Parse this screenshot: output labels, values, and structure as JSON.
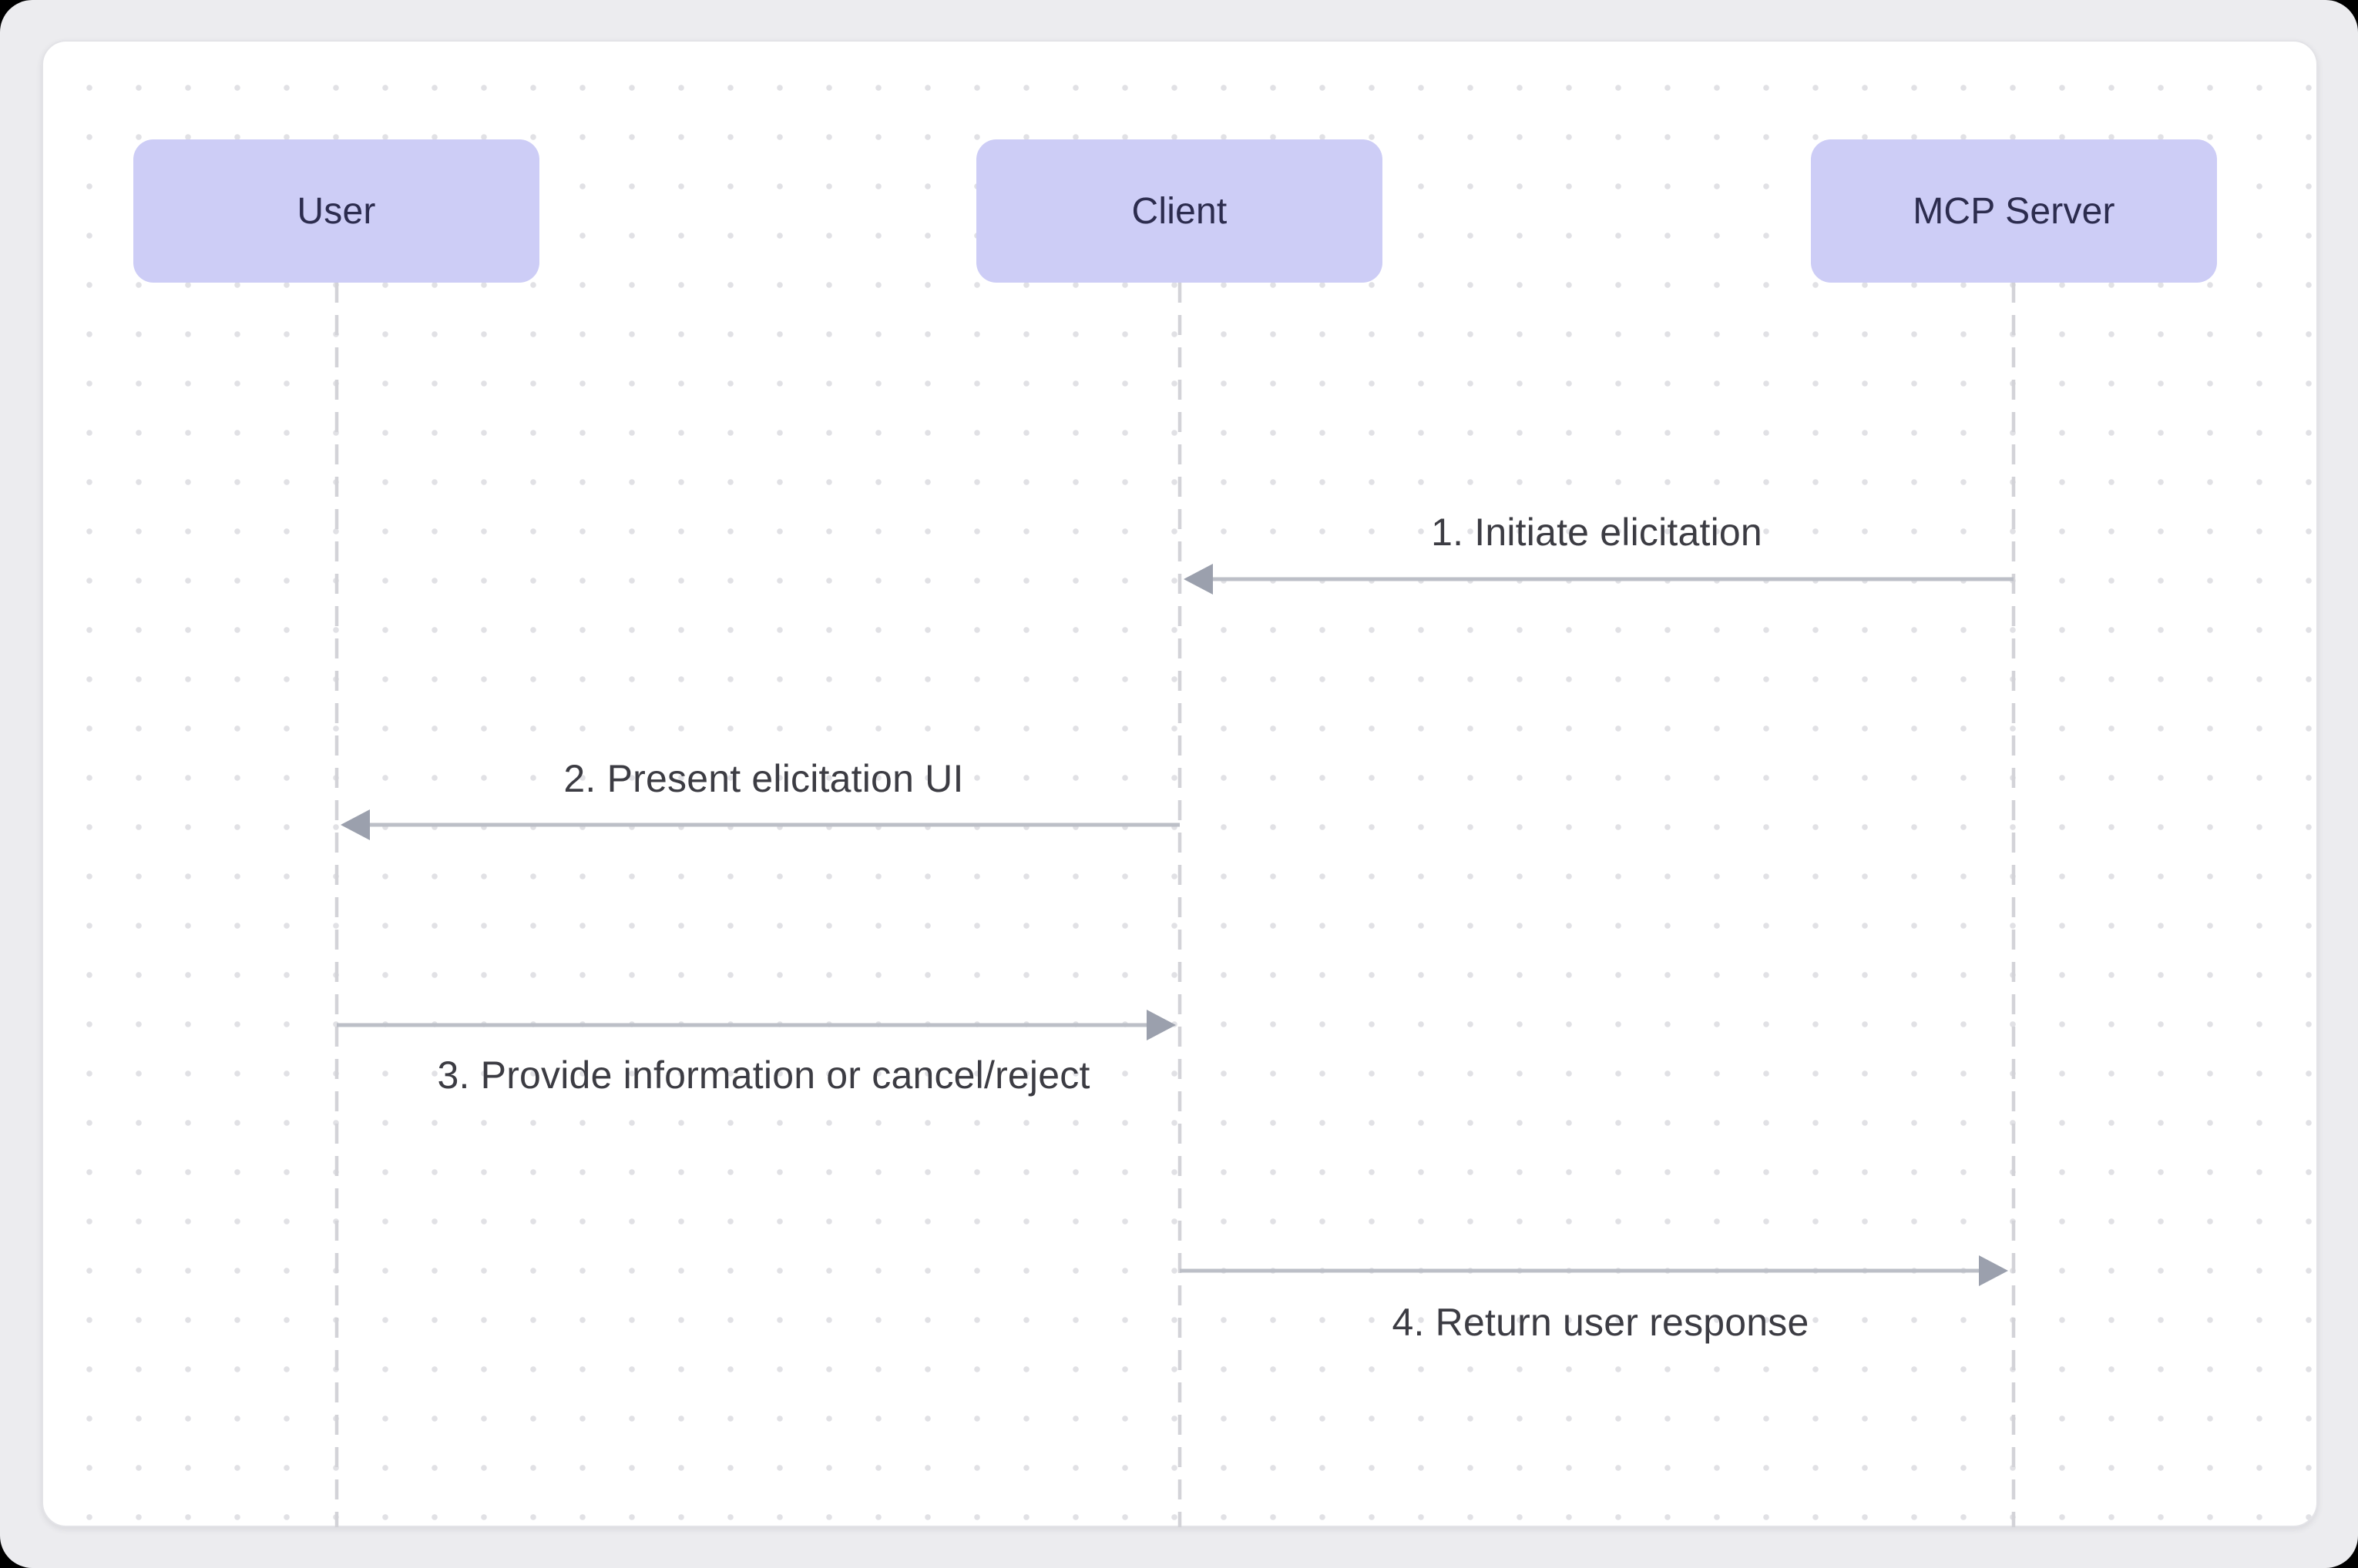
{
  "diagram": {
    "type": "sequence-diagram",
    "actors": [
      {
        "id": "user",
        "label": "User"
      },
      {
        "id": "client",
        "label": "Client"
      },
      {
        "id": "mcp-server",
        "label": "MCP Server"
      }
    ],
    "messages": [
      {
        "order": 1,
        "label": "1. Initiate elicitation",
        "from": "mcp-server",
        "to": "client",
        "arrow_direction": "left",
        "label_position": "above"
      },
      {
        "order": 2,
        "label": "2. Present elicitation UI",
        "from": "client",
        "to": "user",
        "arrow_direction": "left",
        "label_position": "above"
      },
      {
        "order": 3,
        "label": "3. Provide information or cancel/reject",
        "from": "user",
        "to": "client",
        "arrow_direction": "right",
        "label_position": "below"
      },
      {
        "order": 4,
        "label": "4. Return user response",
        "from": "client",
        "to": "mcp-server",
        "arrow_direction": "right",
        "label_position": "below"
      }
    ],
    "colors": {
      "actor_fill": "#cdcdf6",
      "actor_text": "#2c2c4e",
      "message_text": "#3c3c43",
      "arrow_line": "#bcbfc7",
      "arrow_head": "#9ba0ad",
      "lifeline": "#d3d3d8",
      "card_background": "#ffffff",
      "card_border": "#e3e3e7",
      "grid_dot": "#e1e1e5",
      "canvas_background": "#ececef",
      "outer_background": "#000000"
    }
  }
}
